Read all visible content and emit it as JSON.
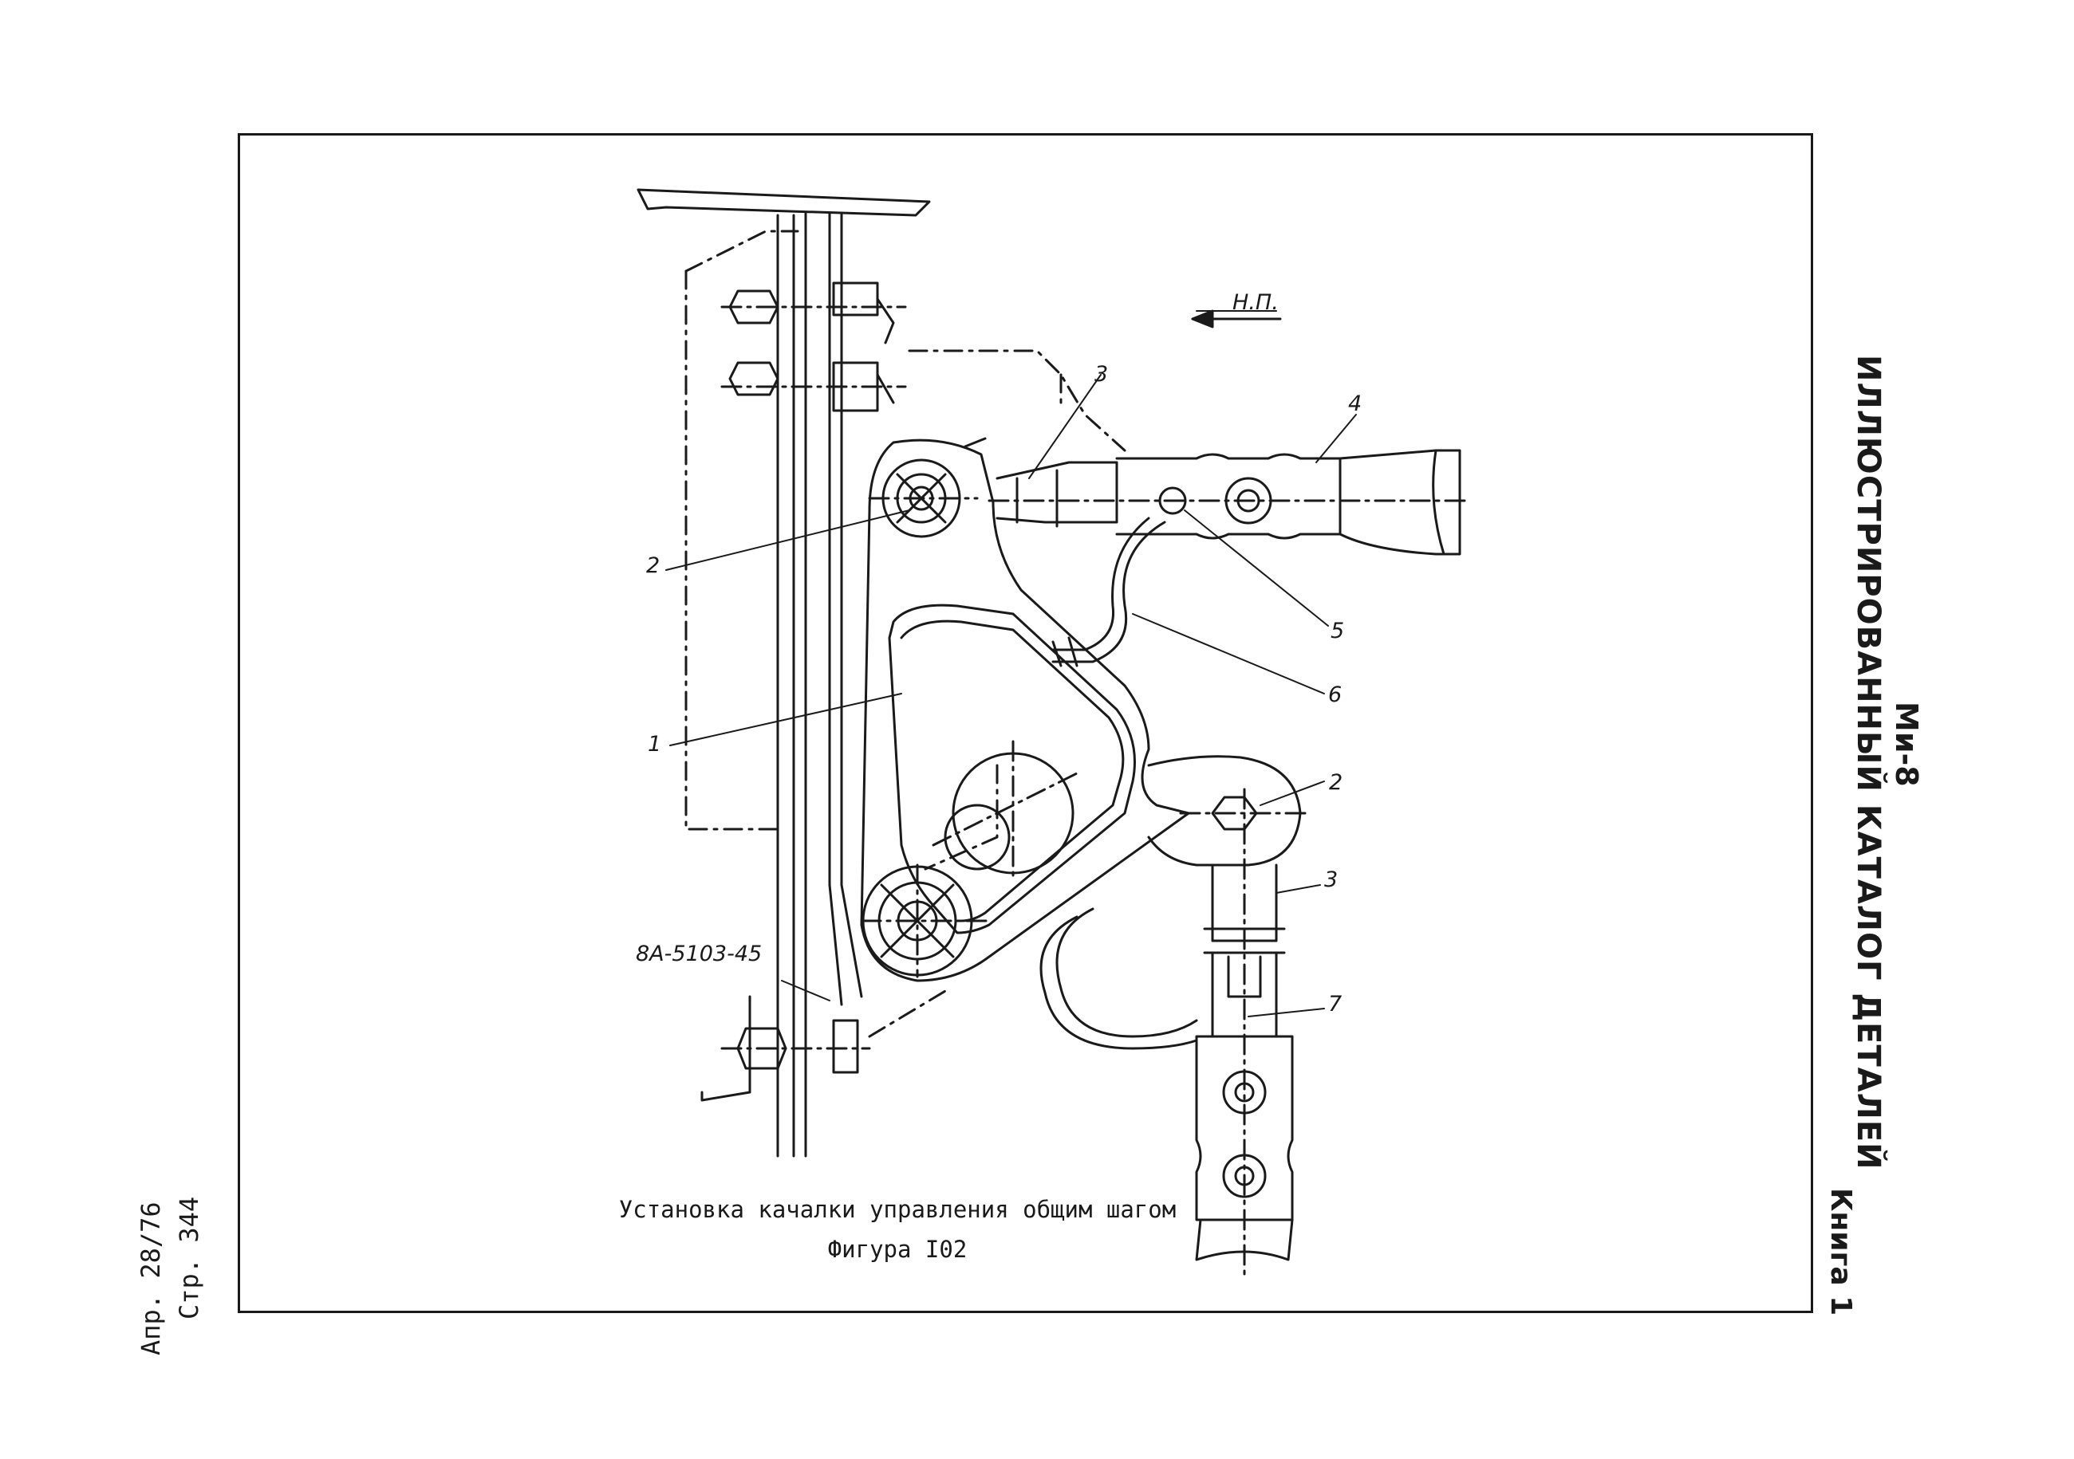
{
  "header": {
    "aircraft": "Ми-8",
    "catalog_title": "ИЛЛЮСТРИРОВАННЫЙ КАТАЛОГ ДЕТАЛЕЙ",
    "book": "Книга 1"
  },
  "footer": {
    "page": "Стр. 344",
    "date": "Апр. 28/76"
  },
  "figure": {
    "caption": "Установка качалки управления общим шагом",
    "number": "Фигура I02",
    "direction_label": "Н.П.",
    "part_ref": "8А-5103-45",
    "callouts": {
      "c1": "1",
      "c2_top": "2",
      "c2_right": "2",
      "c3_top": "3",
      "c3_right": "3",
      "c4": "4",
      "c5": "5",
      "c6": "6",
      "c7": "7"
    }
  }
}
